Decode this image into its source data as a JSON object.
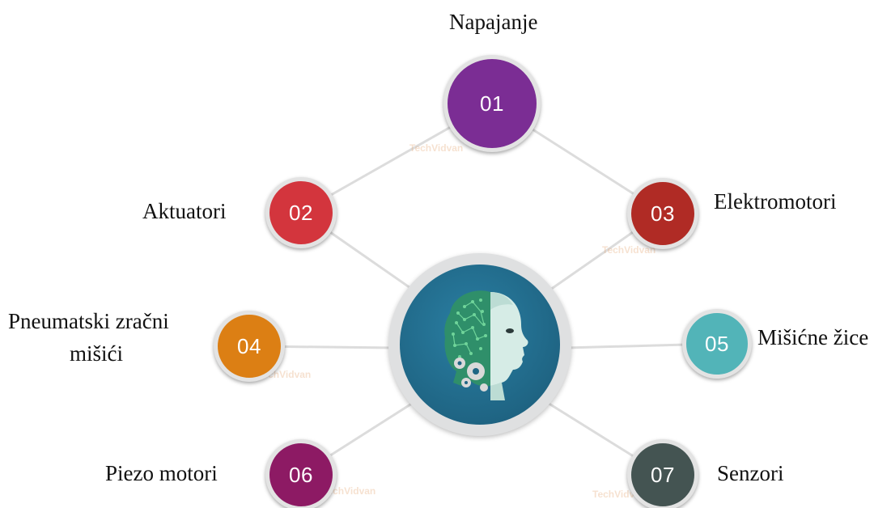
{
  "nodes": [
    {
      "number": "01",
      "label": "Napajanje",
      "color": "#7b2d94"
    },
    {
      "number": "02",
      "label": "Aktuatori",
      "color": "#d3353d"
    },
    {
      "number": "03",
      "label": "Elektromotori",
      "color": "#b02b25"
    },
    {
      "number": "04",
      "label_line1": "Pneumatski zračni",
      "label_line2": "mišići",
      "number_text": "04",
      "color": "#dc7f14"
    },
    {
      "number": "05",
      "label": "Mišićne žice",
      "color": "#52b4b8"
    },
    {
      "number": "06",
      "label": "Piezo motori",
      "color": "#8d1a64"
    },
    {
      "number": "07",
      "label": "Senzori",
      "color": "#445452"
    }
  ],
  "hub": {
    "icon": "robot-head-icon",
    "background_color": "#1f6584"
  },
  "watermark": {
    "text": "TechVidvan"
  },
  "colors": {
    "connector": "#dcdcdc",
    "node_border": "#e3e3e3"
  }
}
